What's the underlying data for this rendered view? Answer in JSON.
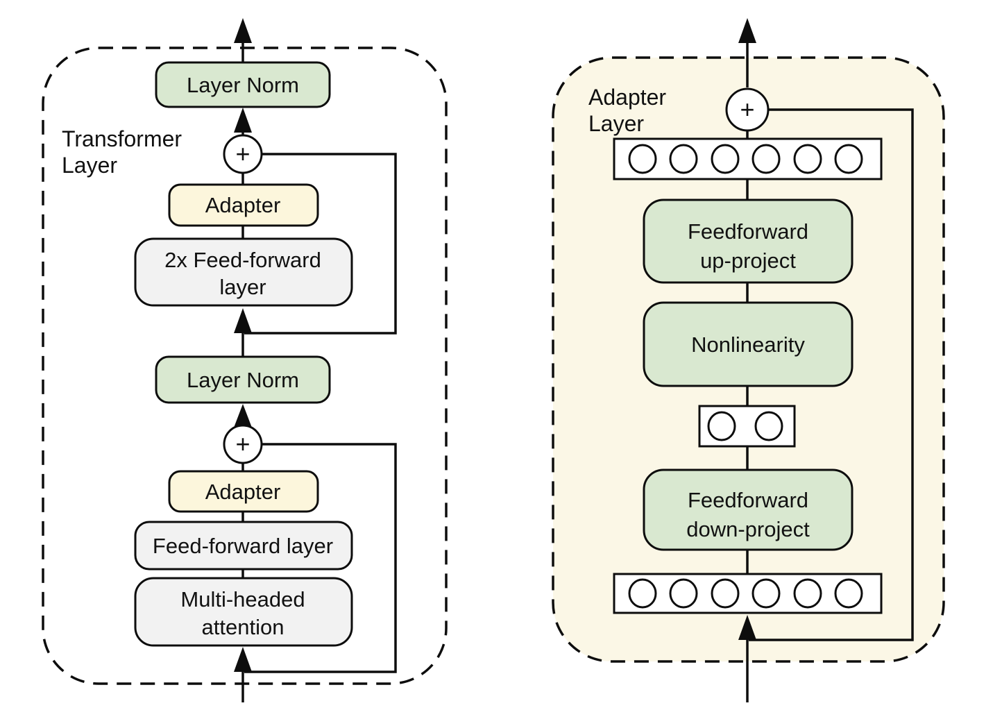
{
  "colors": {
    "box_green": "#d9e8d0",
    "box_yellow": "#fcf6dc",
    "box_gray": "#f2f2f2",
    "panel_cream": "#fbf7e6",
    "node_white": "#ffffff"
  },
  "left": {
    "label": {
      "line1": "Transformer",
      "line2": "Layer"
    },
    "plus_top": "+",
    "plus_bottom": "+",
    "layer_norm_top": "Layer Norm",
    "adapter_top": "Adapter",
    "feed_forward_2x": {
      "line1": "2x Feed-forward",
      "line2": "layer"
    },
    "layer_norm_bottom": "Layer Norm",
    "adapter_bottom": "Adapter",
    "feed_forward": "Feed-forward layer",
    "multi_headed": {
      "line1": "Multi-headed",
      "line2": "attention"
    }
  },
  "right": {
    "label": {
      "line1": "Adapter",
      "line2": "Layer"
    },
    "plus": "+",
    "up_project": {
      "line1": "Feedforward",
      "line2": "up-project"
    },
    "nonlinearity": "Nonlinearity",
    "down_project": {
      "line1": "Feedforward",
      "line2": "down-project"
    }
  }
}
